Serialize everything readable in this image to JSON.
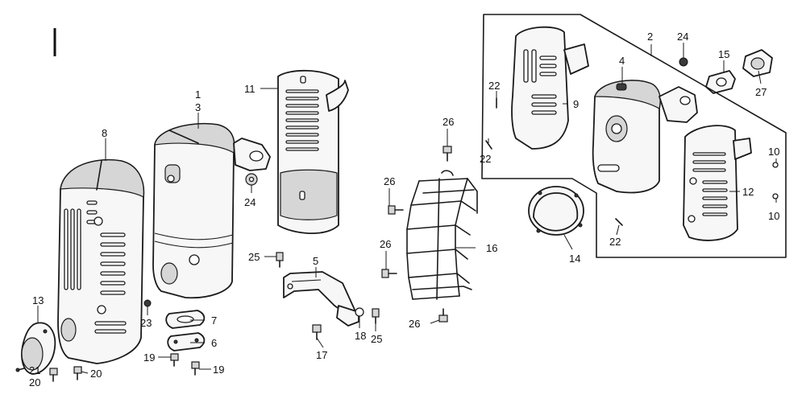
{
  "labels": {
    "p1": "1",
    "p2": "2",
    "p3": "3",
    "p4": "4",
    "p5": "5",
    "p6": "6",
    "p7": "7",
    "p8": "8",
    "p9": "9",
    "p10a": "10",
    "p10b": "10",
    "p11": "11",
    "p12": "12",
    "p13": "13",
    "p14": "14",
    "p15": "15",
    "p16": "16",
    "p17": "17",
    "p18": "18",
    "p19a": "19",
    "p19b": "19",
    "p20a": "20",
    "p20b": "20",
    "p21": "21",
    "p22a": "22",
    "p22b": "22",
    "p22c": "22",
    "p23": "23",
    "p24a": "24",
    "p24b": "24",
    "p25a": "25",
    "p25b": "25",
    "p26a": "26",
    "p26b": "26",
    "p26c": "26",
    "p26d": "26",
    "p27": "27"
  },
  "colors": {
    "line": "#1a1a1a",
    "paper": "#ffffff",
    "shade": "#d6d6d6"
  },
  "icons": {
    "muffler": "exploded-muffler-parts"
  }
}
